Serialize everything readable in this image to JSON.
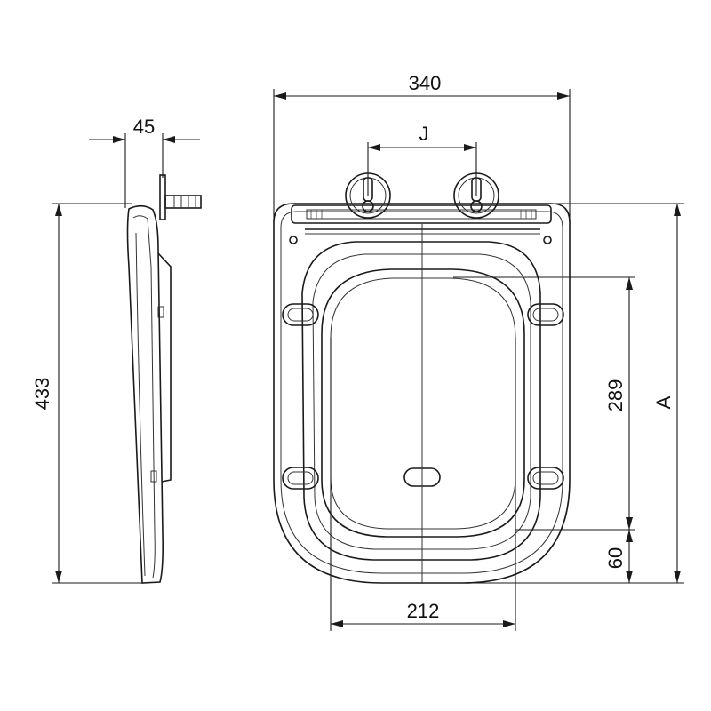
{
  "diagram": {
    "side_view": {
      "dim_height": "433",
      "dim_hinge_depth": "45"
    },
    "top_view": {
      "dim_overall_width": "340",
      "dim_hinge_spacing": "J",
      "dim_inner_width": "212",
      "dim_inner_length": "289",
      "dim_front_offset": "60",
      "dim_overall_length": "A"
    }
  }
}
